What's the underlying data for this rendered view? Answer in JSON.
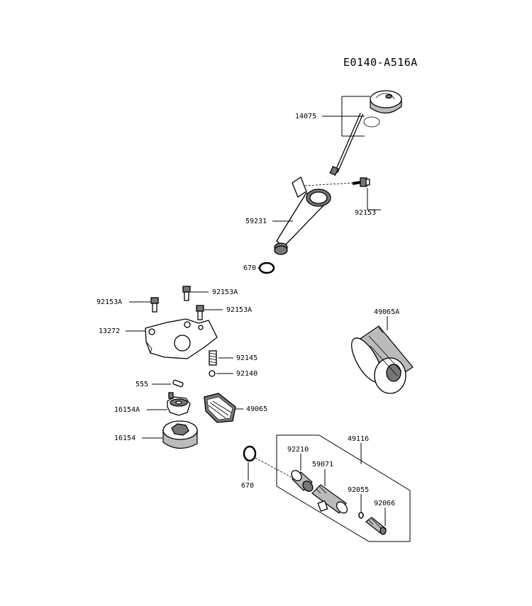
{
  "diagram_code": "E0140-A516A",
  "parts": {
    "oil_gauge": "14075",
    "gauge_bolt": "92153",
    "filler_pipe": "59231",
    "pipe_oring": "670",
    "bolt_a1": "92153A",
    "bolt_a2": "92153A",
    "bolt_a3": "92153A",
    "pump_plate": "13272",
    "relief_spring": "92145",
    "relief_ball": "92140",
    "pin": "555",
    "inner_rotor": "16154A",
    "outer_rotor": "16154",
    "oil_strainer": "49065",
    "oil_filter": "49065A",
    "adapter_assy": "49116",
    "adapter_oring": "670",
    "nipple_nut": "92210",
    "adapter_fitting": "59071",
    "small_oring": "92055",
    "plug": "92066"
  }
}
